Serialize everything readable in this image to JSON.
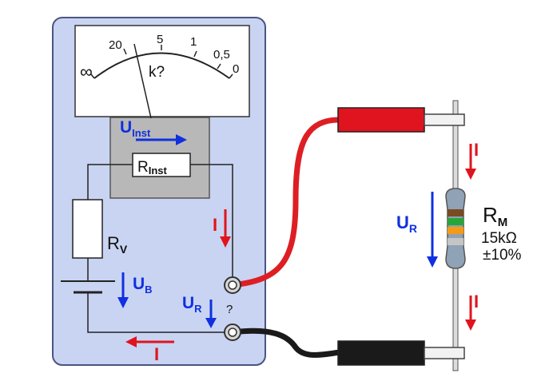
{
  "meter": {
    "scale": {
      "infinity": "∞",
      "t20": "20",
      "t5": "5",
      "t1": "1",
      "t05": "0,5",
      "t0": "0",
      "unit": "k?"
    },
    "u_inst": {
      "main": "U",
      "sub": "Inst"
    },
    "r_inst": {
      "main": "R",
      "sub": "Inst"
    },
    "r_v": {
      "main": "R",
      "sub": "V"
    },
    "u_b": {
      "main": "U",
      "sub": "B"
    },
    "u_r": {
      "main": "U",
      "sub": "R"
    },
    "current_right": "I",
    "current_bottom": "I",
    "terminal_mark": "?"
  },
  "resistor": {
    "name": {
      "main": "R",
      "sub": "M"
    },
    "value": "15kΩ",
    "tolerance": "±10%",
    "current_top": "I",
    "current_bottom": "I",
    "voltage": {
      "main": "U",
      "sub": "R"
    }
  },
  "colors": {
    "meter_body": "#c9d4f2",
    "meter_border": "#4a5580",
    "gray_block": "#b8b8b8",
    "arrow_blue": "#1030e0",
    "arrow_red": "#e0141e",
    "wire_red": "#dd1f24",
    "wire_black": "#1a1a1a",
    "resistor_body": "#8fa2b6",
    "band_brown": "#7a4a22",
    "band_green": "#26a63a",
    "band_orange": "#f59a16",
    "band_silver": "#c5c5c5"
  }
}
